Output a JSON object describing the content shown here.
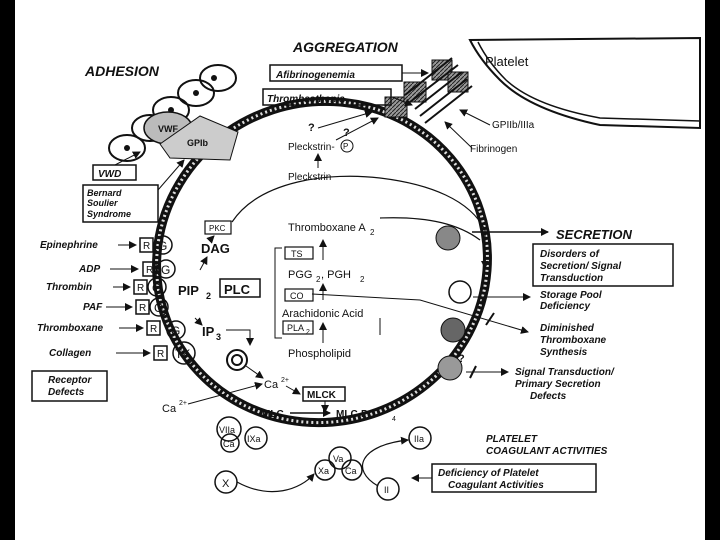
{
  "header": {
    "aggregation": "AGGREGATION",
    "adhesion": "ADHESION",
    "platelet": "Platelet"
  },
  "disorders_top": {
    "afibrinogenemia": "Afibrinogenemia",
    "thrombasthenia": "Thrombasthenia",
    "vwd": "VWD",
    "bernard": [
      "Bernard",
      "Soulier",
      "Syndrome"
    ]
  },
  "receptors": {
    "vwf": "VWF",
    "gplb": "GPIb",
    "gpiib": "GPIIb/IIIa",
    "fibrinogen": "Fibrinogen"
  },
  "agonists": [
    "Epinephrine",
    "ADP",
    "Thrombin",
    "PAF",
    "Thromboxane",
    "Collagen"
  ],
  "receptor_labels": {
    "r": "R",
    "g": "G",
    "tk": "TK"
  },
  "signaling": {
    "q1": "?",
    "q2": "?",
    "pleckstrin_p": "Pleckstrin-",
    "p_circle": "P",
    "pleckstrin": "Pleckstrin",
    "pkc": "PKC",
    "dag": "DAG",
    "pip": "PIP",
    "pip_sub": "2",
    "plc": "PLC",
    "ip": "IP",
    "ip_sub": "3",
    "ca_int": "Ca",
    "ca_int_sup": "2+",
    "ca_ext": "Ca",
    "ca_ext_sup": "2+",
    "mlck": "MLCK",
    "mlc": "MLC",
    "mlc_po": "MLC-PO",
    "mlc_po_sub": "4"
  },
  "arachidonic": {
    "txa": "Thromboxane A",
    "txa_sub": "2",
    "ts": "TS",
    "pgg": "PGG",
    "pgg_sub": "2",
    "pgh": ", PGH",
    "pgh_sub": "2",
    "co": "CO",
    "aa": "Arachidonic Acid",
    "pla": "PLA",
    "pla_sub": "2",
    "phospholipid": "Phospholipid"
  },
  "secretion": {
    "title": "SECRETION",
    "disorders": [
      "Disorders of",
      "Secretion/ Signal",
      "Transduction"
    ],
    "storage": [
      "Storage Pool",
      "Deficiency"
    ],
    "diminished": [
      "Diminished",
      "Thromboxane",
      "Synthesis"
    ],
    "q": "?",
    "signal": [
      "Signal Transduction/",
      "Primary Secretion",
      "Defects"
    ]
  },
  "receptor_defects": [
    "Receptor",
    "Defects"
  ],
  "coagulant": {
    "viia": "VIIa",
    "ca1": "Ca",
    "ixa": "IXa",
    "va": "Va",
    "xa": "Xa",
    "ca2": "Ca",
    "x": "X",
    "iia": "IIa",
    "ii": "II",
    "title": [
      "PLATELET",
      "COAGULANT ACTIVITIES"
    ],
    "deficiency": [
      "Deficiency of Platelet",
      "Coagulant Activities"
    ]
  }
}
